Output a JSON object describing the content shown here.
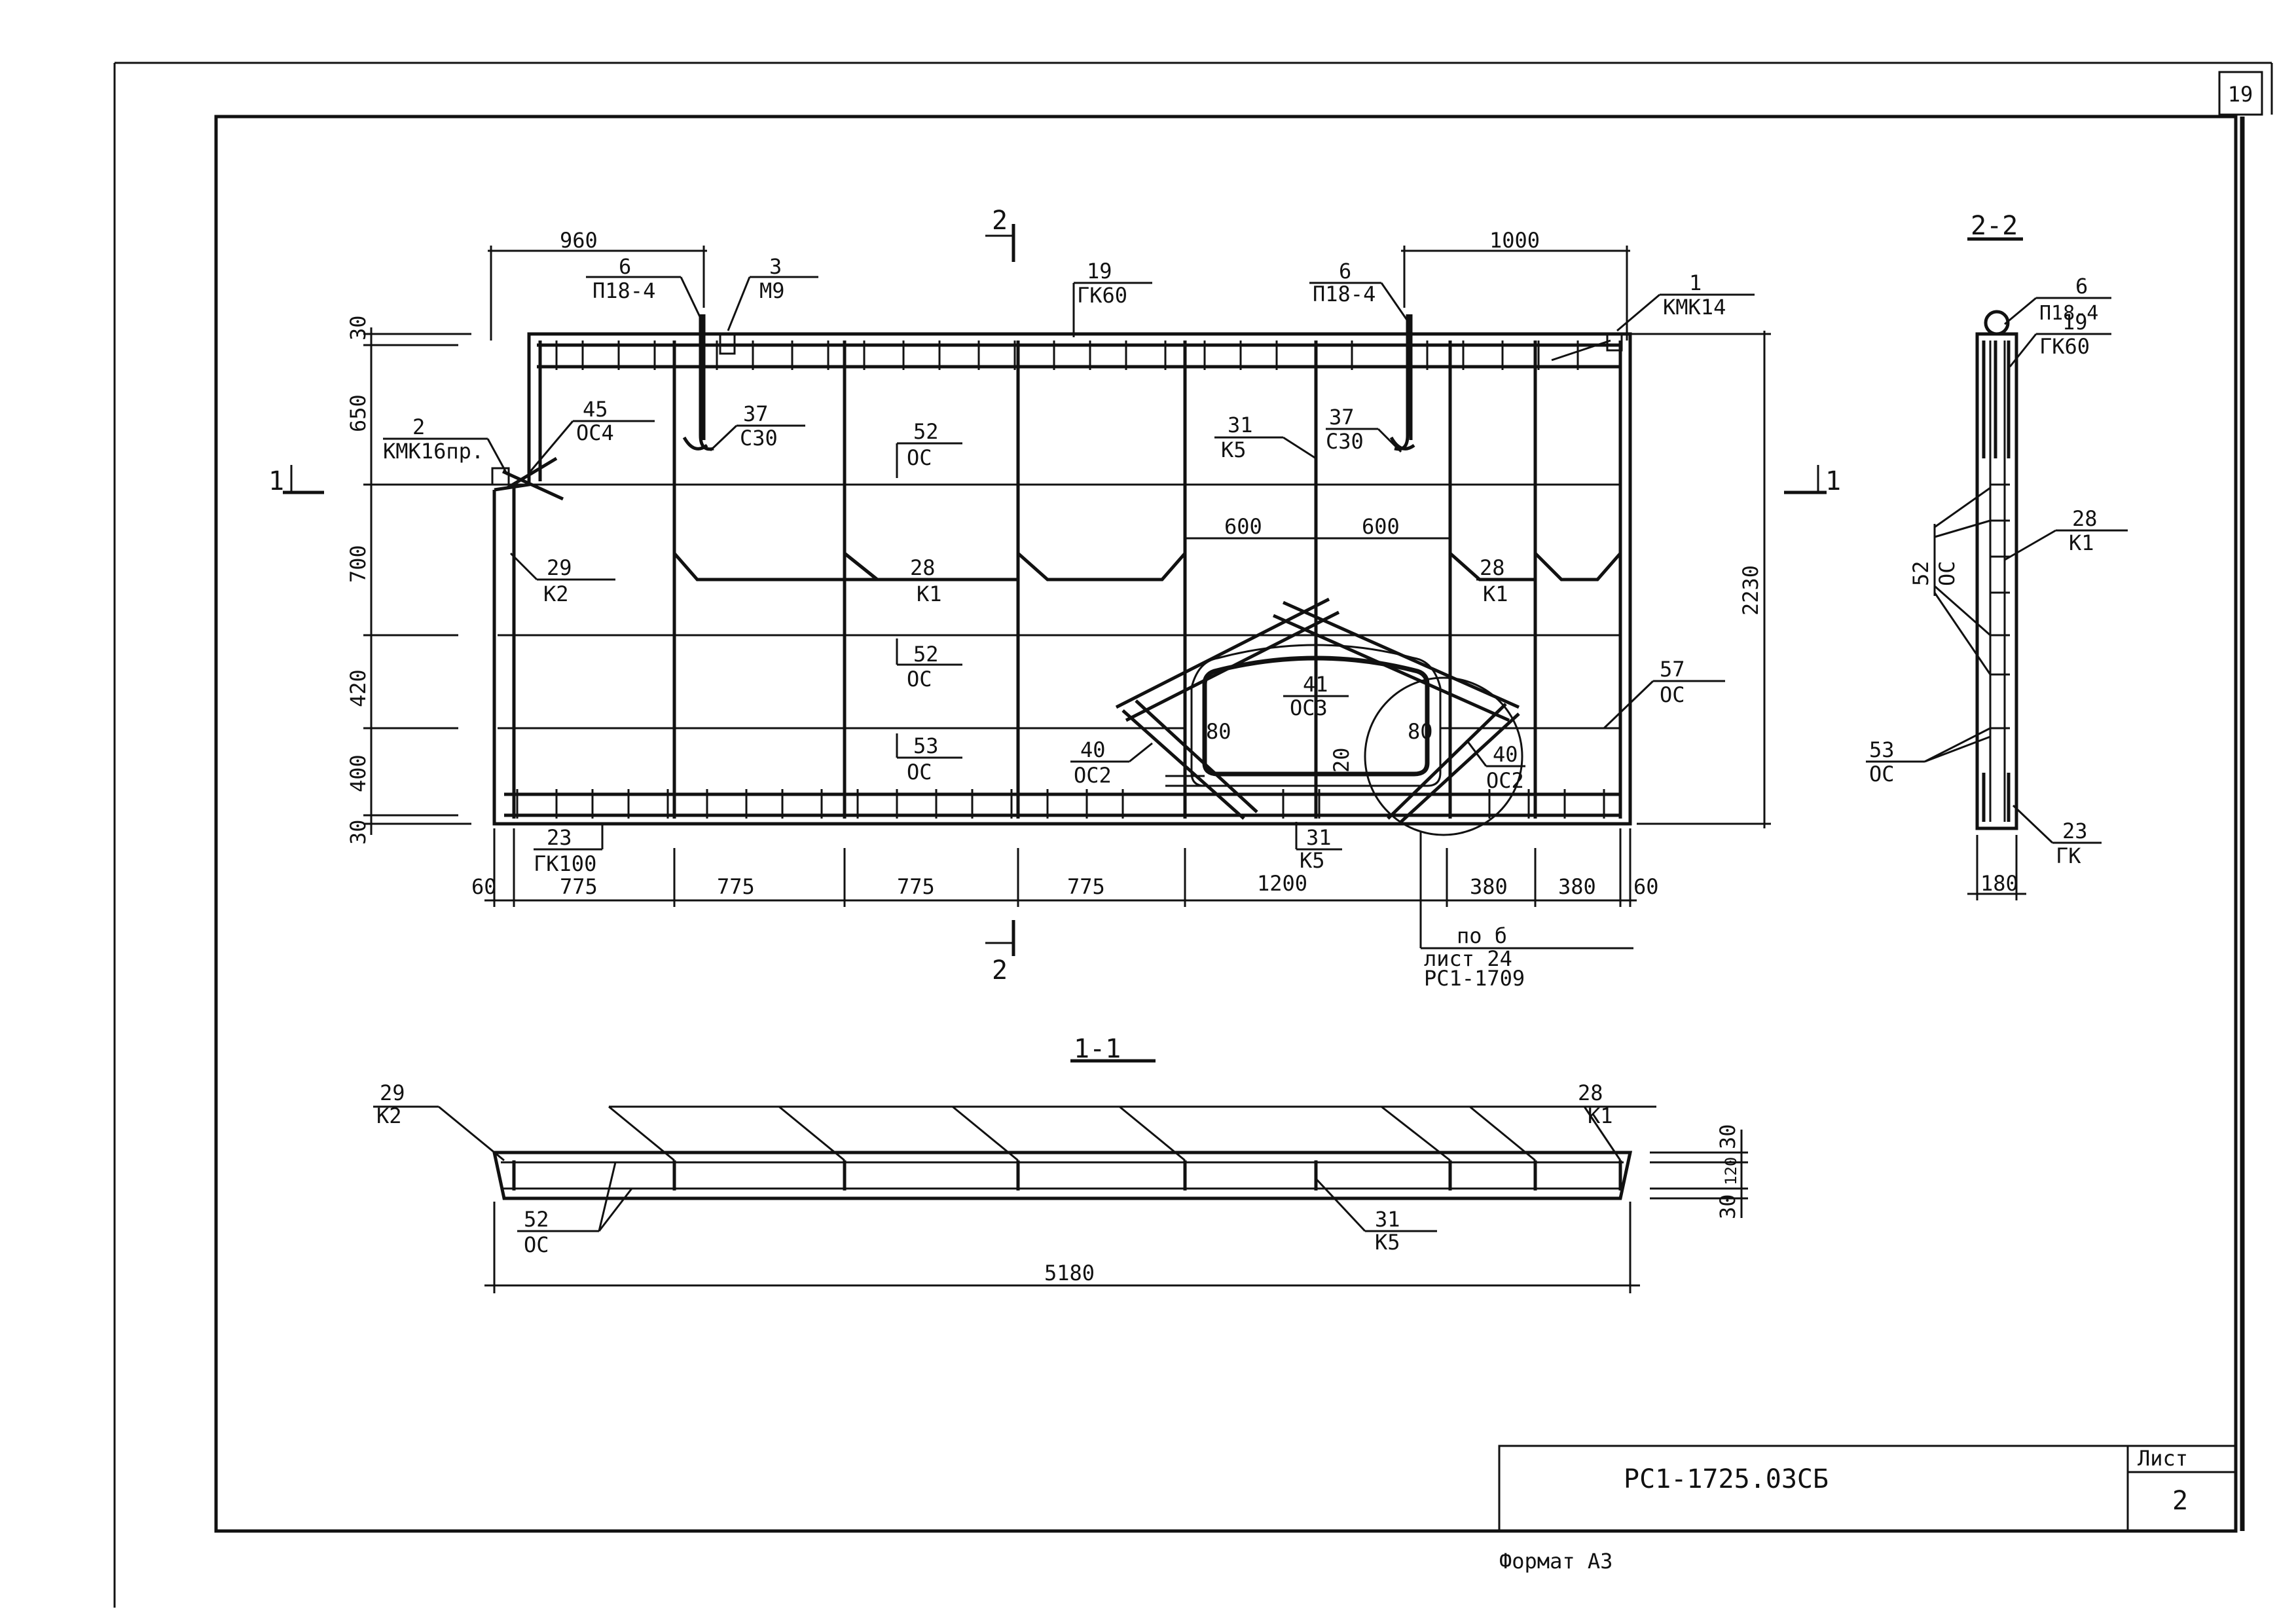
{
  "sheet": {
    "page_number": "19",
    "designation": "РС1-1725.03СБ",
    "sheet_label": "Лист",
    "sheet_value": "2",
    "format": "Формат А3"
  },
  "elevation": {
    "section_marks": {
      "s1_left": "1",
      "s1_right": "1",
      "s2_top": "2",
      "s2_bottom": "2"
    },
    "dims_top": {
      "d960": "960",
      "d1000": "1000"
    },
    "dims_left": {
      "d30a": "30",
      "d650": "650",
      "d700": "700",
      "d420": "420",
      "d400": "400",
      "d30b": "30"
    },
    "dims_right": {
      "d2230": "2230"
    },
    "dims_bottom": {
      "d60a": "60",
      "d775a": "775",
      "d775b": "775",
      "d775c": "775",
      "d775d": "775",
      "d1200": "1200",
      "d380a": "380",
      "d380b": "380",
      "d60b": "60"
    },
    "dims_inner": {
      "d600a": "600",
      "d600b": "600",
      "d80a": "80",
      "d80b": "80",
      "d20": "20"
    },
    "callouts": {
      "c6a": {
        "num": "6",
        "mark": "П18-4"
      },
      "c3": {
        "num": "3",
        "mark": "М9"
      },
      "c19": {
        "num": "19",
        "mark": "ГК60"
      },
      "c6b": {
        "num": "6",
        "mark": "П18-4"
      },
      "c1": {
        "num": "1",
        "mark": "КМК14"
      },
      "c2": {
        "num": "2",
        "mark": "КМК16пр."
      },
      "c45": {
        "num": "45",
        "mark": "ОС4"
      },
      "c37a": {
        "num": "37",
        "mark": "С30"
      },
      "c52a": {
        "num": "52",
        "mark": "ОС"
      },
      "c31a": {
        "num": "31",
        "mark": "К5"
      },
      "c37b": {
        "num": "37",
        "mark": "С30"
      },
      "c29": {
        "num": "29",
        "mark": "К2"
      },
      "c28a": {
        "num": "28",
        "mark": "К1"
      },
      "c28b": {
        "num": "28",
        "mark": "К1"
      },
      "c52b": {
        "num": "52",
        "mark": "ОС"
      },
      "c41": {
        "num": "41",
        "mark": "ОС3"
      },
      "c57": {
        "num": "57",
        "mark": "ОС"
      },
      "c53": {
        "num": "53",
        "mark": "ОС"
      },
      "c40a": {
        "num": "40",
        "mark": "ОС2"
      },
      "c40b": {
        "num": "40",
        "mark": "ОС2"
      },
      "c23": {
        "num": "23",
        "mark": "ГК100"
      },
      "c31b": {
        "num": "31",
        "mark": "К5"
      }
    },
    "ref_note": {
      "l1": "по б",
      "l2": "лист 24",
      "l3": "РС1-1709"
    }
  },
  "section11": {
    "title": "1-1",
    "c29": {
      "num": "29",
      "mark": "К2"
    },
    "c28": {
      "num": "28",
      "mark": "К1"
    },
    "c52": {
      "num": "52",
      "mark": "ОС"
    },
    "c31": {
      "num": "31",
      "mark": "К5"
    },
    "d5180": "5180",
    "dims_right": {
      "a": "30",
      "b": "120",
      "c": "30"
    }
  },
  "section22": {
    "title": "2-2",
    "c6": {
      "num": "6",
      "mark": "П18-4"
    },
    "c19": {
      "num": "19",
      "mark": "ГК60"
    },
    "c28": {
      "num": "28",
      "mark": "К1"
    },
    "c52": {
      "num": "52",
      "mark": "ОС"
    },
    "c53": {
      "num": "53",
      "mark": "ОС"
    },
    "c23": {
      "num": "23",
      "mark": "ГК"
    },
    "d180": "180"
  }
}
